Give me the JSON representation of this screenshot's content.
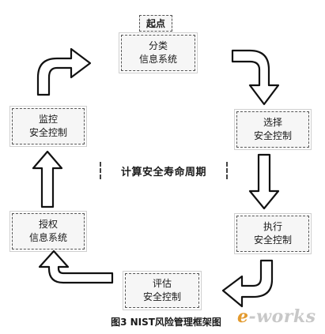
{
  "start_label": "起点",
  "center_label": "计算安全寿命周期",
  "caption": "图3  NIST风险管理框架图",
  "watermark": "e-works",
  "boxes": {
    "classify": {
      "line1": "分类",
      "line2": "信息系统"
    },
    "select": {
      "line1": "选择",
      "line2": "安全控制"
    },
    "implement": {
      "line1": "执行",
      "line2": "安全控制"
    },
    "assess": {
      "line1": "评估",
      "line2": "安全控制"
    },
    "authorize": {
      "line1": "授权",
      "line2": "信息系统"
    },
    "monitor": {
      "line1": "监控",
      "line2": "安全控制"
    }
  }
}
